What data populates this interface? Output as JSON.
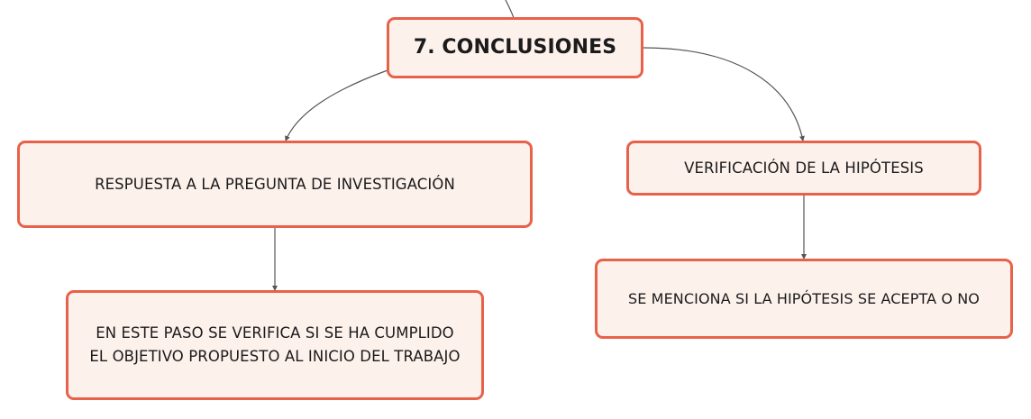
{
  "nodes": {
    "title": "7. CONCLUSIONES",
    "respuesta": "RESPUESTA A LA PREGUNTA DE INVESTIGACIÓN",
    "verificacion": "VERIFICACIÓN DE LA HIPÓTESIS",
    "paso": "EN ESTE PASO SE VERIFICA SI SE HA CUMPLIDO EL OBJETIVO PROPUESTO AL INICIO DEL TRABAJO",
    "menciona": "SE MENCIONA SI LA HIPÓTESIS SE ACEPTA O NO"
  },
  "colors": {
    "node_border": "#e8614a",
    "node_fill": "#fdf1ec",
    "connector": "#555555"
  }
}
